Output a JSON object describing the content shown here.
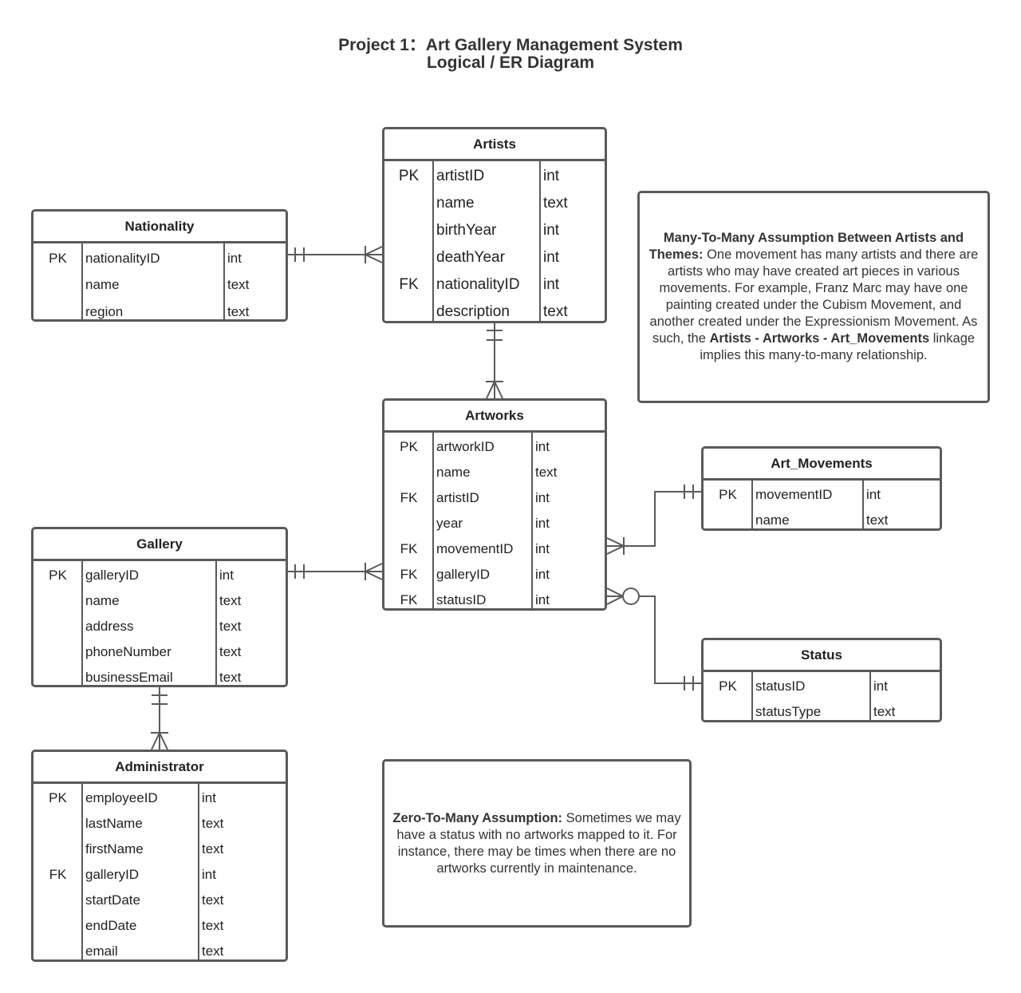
{
  "title": {
    "line1": "Project 1：Art Gallery Management System",
    "line2": "Logical / ER Diagram"
  },
  "entities": {
    "nationality": {
      "name": "Nationality",
      "rows": [
        {
          "key": "PK",
          "field": "nationalityID",
          "type": "int"
        },
        {
          "key": "",
          "field": "name",
          "type": "text"
        },
        {
          "key": "",
          "field": "region",
          "type": "text"
        }
      ]
    },
    "artists": {
      "name": "Artists",
      "rows": [
        {
          "key": "PK",
          "field": "artistID",
          "type": "int"
        },
        {
          "key": "",
          "field": "name",
          "type": "text"
        },
        {
          "key": "",
          "field": "birthYear",
          "type": "int"
        },
        {
          "key": "",
          "field": "deathYear",
          "type": "int"
        },
        {
          "key": "FK",
          "field": "nationalityID",
          "type": "int"
        },
        {
          "key": "",
          "field": "description",
          "type": "text"
        }
      ]
    },
    "artworks": {
      "name": "Artworks",
      "rows": [
        {
          "key": "PK",
          "field": "artworkID",
          "type": "int"
        },
        {
          "key": "",
          "field": "name",
          "type": "text"
        },
        {
          "key": "FK",
          "field": "artistID",
          "type": "int"
        },
        {
          "key": "",
          "field": "year",
          "type": "int"
        },
        {
          "key": "FK",
          "field": "movementID",
          "type": "int"
        },
        {
          "key": "FK",
          "field": "galleryID",
          "type": "int"
        },
        {
          "key": "FK",
          "field": "statusID",
          "type": "int"
        }
      ]
    },
    "art_movements": {
      "name": "Art_Movements",
      "rows": [
        {
          "key": "PK",
          "field": "movementID",
          "type": "int"
        },
        {
          "key": "",
          "field": "name",
          "type": "text"
        }
      ]
    },
    "gallery": {
      "name": "Gallery",
      "rows": [
        {
          "key": "PK",
          "field": "galleryID",
          "type": "int"
        },
        {
          "key": "",
          "field": "name",
          "type": "text"
        },
        {
          "key": "",
          "field": "address",
          "type": "text"
        },
        {
          "key": "",
          "field": "phoneNumber",
          "type": "text"
        },
        {
          "key": "",
          "field": "businessEmail",
          "type": "text"
        }
      ]
    },
    "status": {
      "name": "Status",
      "rows": [
        {
          "key": "PK",
          "field": "statusID",
          "type": "int"
        },
        {
          "key": "",
          "field": "statusType",
          "type": "text"
        }
      ]
    },
    "administrator": {
      "name": "Administrator",
      "rows": [
        {
          "key": "PK",
          "field": "employeeID",
          "type": "int"
        },
        {
          "key": "",
          "field": "lastName",
          "type": "text"
        },
        {
          "key": "",
          "field": "firstName",
          "type": "text"
        },
        {
          "key": "FK",
          "field": "galleryID",
          "type": "int"
        },
        {
          "key": "",
          "field": "startDate",
          "type": "text"
        },
        {
          "key": "",
          "field": "endDate",
          "type": "text"
        },
        {
          "key": "",
          "field": "email",
          "type": "text"
        }
      ]
    }
  },
  "notes": {
    "many_to_many": {
      "bold1": "Many-To-Many Assumption Between Artists and Themes:",
      "text1": " One movement has many artists and there are artists who may have created art pieces in various movements. For example, Franz Marc may have one painting created under the Cubism Movement, and another created under the Expressionism Movement. As such, the ",
      "bold2": "Artists - Artworks - Art_Movements",
      "text2": " linkage implies this many-to-many relationship."
    },
    "zero_to_many": {
      "bold1": "Zero-To-Many Assumption:",
      "text1": " Sometimes we may have a status with no artworks mapped to it. For instance, there may be times when there are no artworks currently in maintenance."
    }
  },
  "colors": {
    "line": "#5a5a5a",
    "text": "#222222"
  }
}
